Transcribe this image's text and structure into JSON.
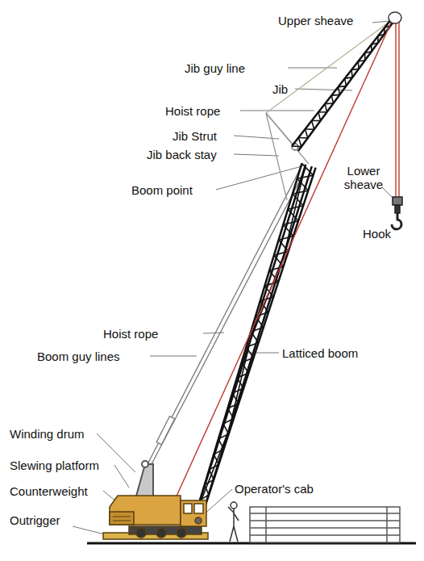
{
  "diagram": {
    "labels": [
      "Upper sheave",
      "Jib guy line",
      "Jib",
      "Hoist rope",
      "Jib Strut",
      "Jib back stay",
      "Boom point",
      "Lower sheave",
      "Hook",
      "Hoist rope",
      "Boom guy lines",
      "Latticed boom",
      "Winding drum",
      "Slewing platform",
      "Counterweight",
      "Outrigger",
      "Operator's cab"
    ]
  }
}
